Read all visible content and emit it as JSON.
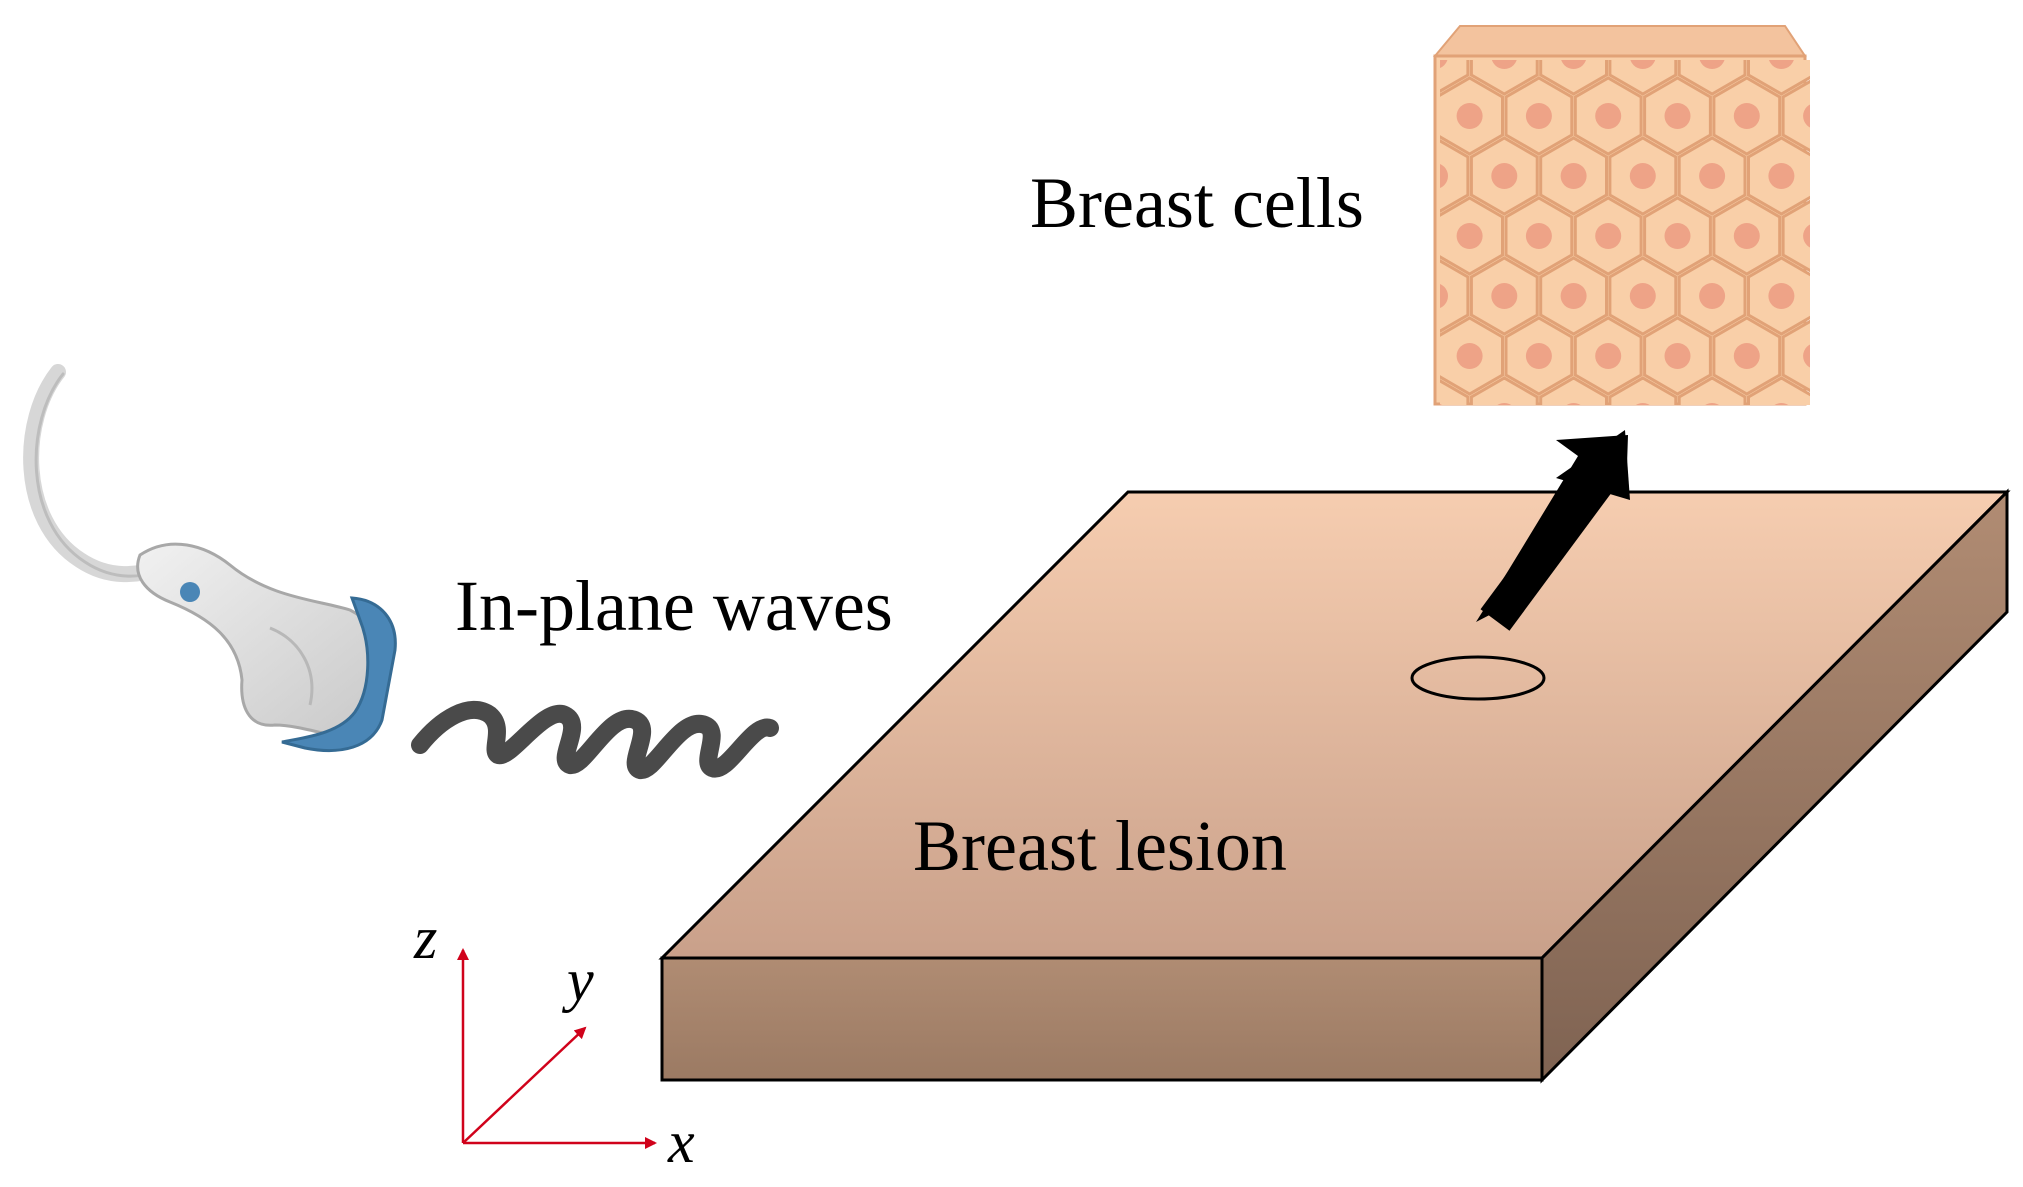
{
  "labels": {
    "breast_cells": "Breast cells",
    "in_plane_waves": "In-plane waves",
    "breast_lesion": "Breast lesion"
  },
  "axes": {
    "x": "x",
    "y": "y",
    "z": "z"
  },
  "colors": {
    "slab_top_light": "#f6cdb0",
    "slab_top_dark": "#c9a08a",
    "slab_front": "#a7836b",
    "slab_side": "#8e6f5c",
    "cell_fill": "#f9cfa8",
    "cell_nucleus": "#eea387",
    "cell_border": "#e1a277",
    "probe_body": "#dcdcdc",
    "probe_tip": "#4a86b6",
    "wave": "#4a4a4a",
    "axis": "#d0021b"
  }
}
